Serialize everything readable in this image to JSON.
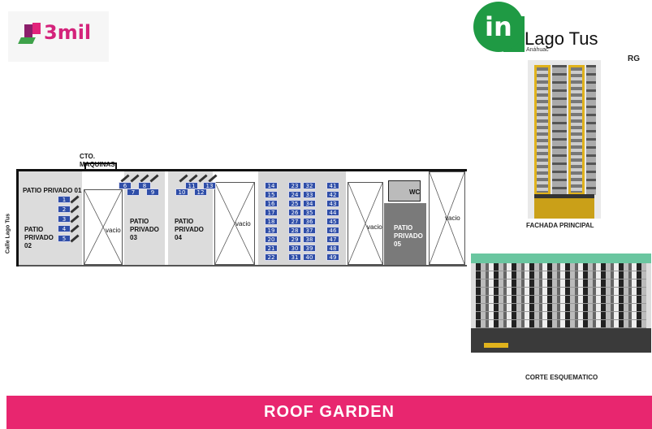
{
  "logos": {
    "brand": "3mil",
    "project_mark": "in",
    "project_name": "Lago Tus",
    "project_sub": "Anáhuac"
  },
  "labels": {
    "rg": "RG",
    "fachada": "FACHADA PRINCIPAL",
    "corte": "CORTE ESQUEMATICO",
    "street": "Calle Lago Tus",
    "footer": "ROOF GARDEN"
  },
  "plan": {
    "cto_maquinas": "CTO. MAQUINAS",
    "patio_01": "PATIO PRIVADO 01",
    "patio_02": "PATIO PRIVADO 02",
    "patio_03": "PATIO PRIVADO 03",
    "patio_04": "PATIO PRIVADO 04",
    "patio_05": "PATIO PRIVADO 05",
    "wc": "WC",
    "vacio": "vacio"
  },
  "parking": {
    "group_a": [
      "1",
      "2",
      "3",
      "4",
      "5"
    ],
    "group_b": [
      "6",
      "7",
      "8",
      "9"
    ],
    "group_c": [
      "10",
      "11",
      "12",
      "13"
    ],
    "col_1": [
      "14",
      "15",
      "16",
      "17",
      "18",
      "19",
      "20",
      "21",
      "22"
    ],
    "col_2": [
      "23",
      "24",
      "25",
      "26",
      "27",
      "28",
      "29",
      "30",
      "31"
    ],
    "col_3": [
      "32",
      "33",
      "34",
      "35",
      "36",
      "37",
      "38",
      "39",
      "40"
    ],
    "col_4": [
      "41",
      "42",
      "43",
      "44",
      "45",
      "46",
      "47",
      "48",
      "49"
    ]
  },
  "colors": {
    "accent": "#e8266f",
    "brand": "#d4237b",
    "green": "#1f9a44",
    "spot": "#2f4ea8"
  }
}
